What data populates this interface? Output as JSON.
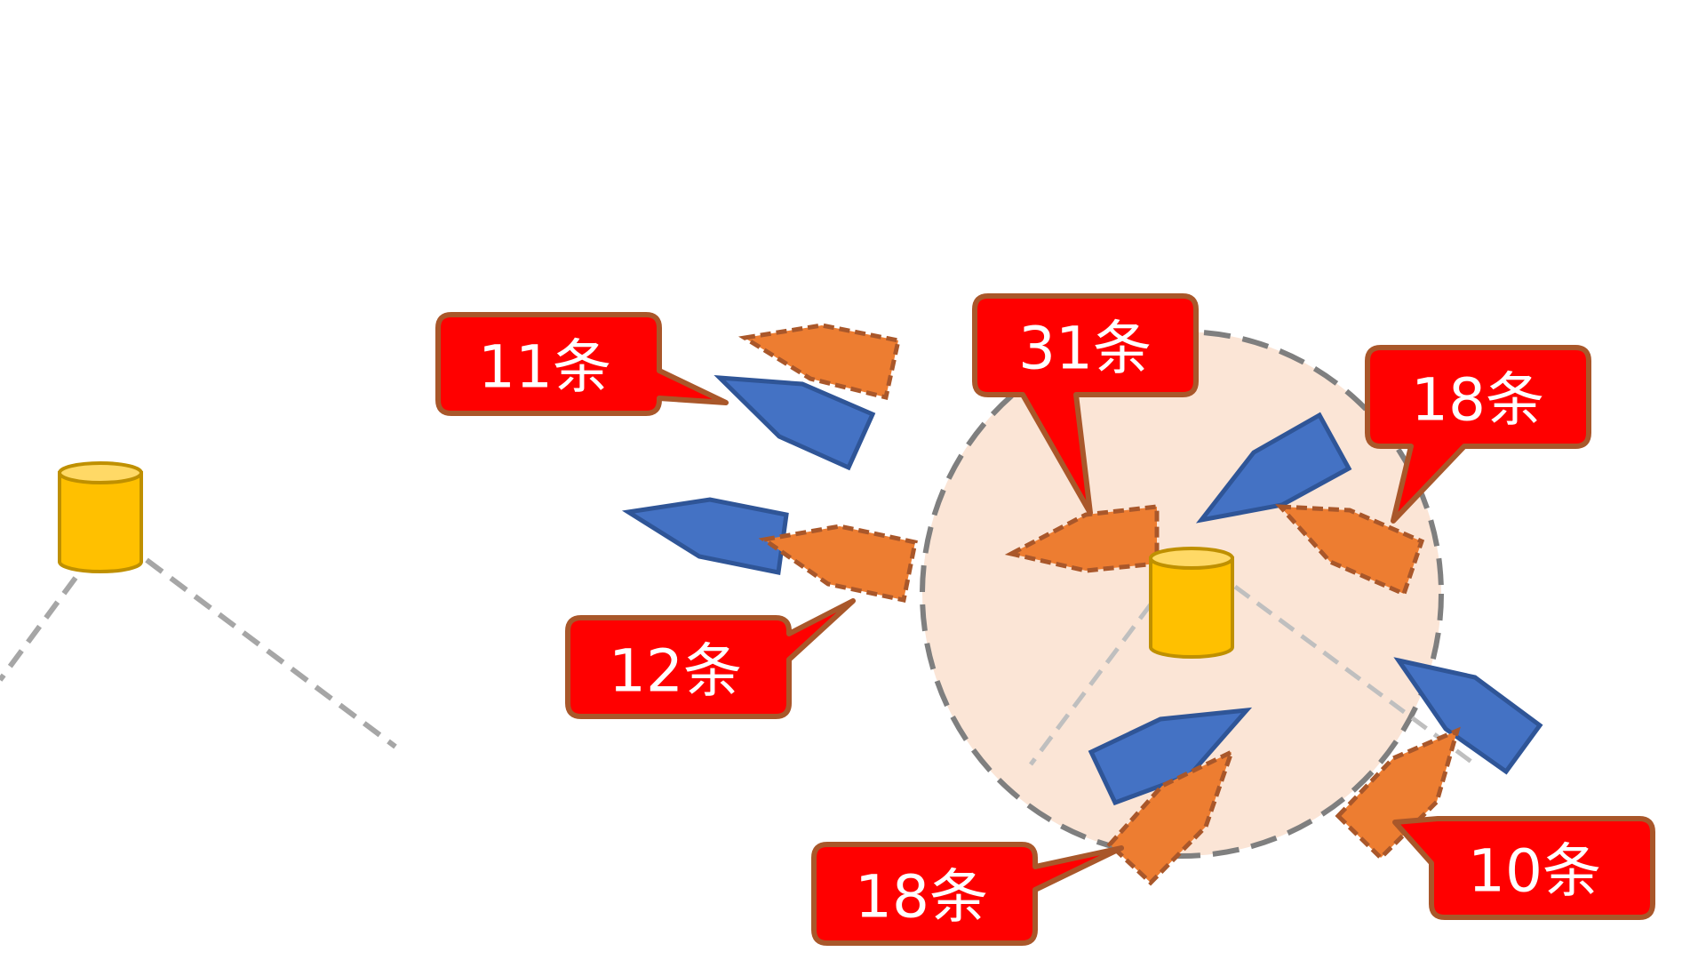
{
  "callouts": [
    {
      "id": "callout-11",
      "label": "11条"
    },
    {
      "id": "callout-31",
      "label": "31条"
    },
    {
      "id": "callout-18-top",
      "label": "18条"
    },
    {
      "id": "callout-12",
      "label": "12条"
    },
    {
      "id": "callout-18-bottom",
      "label": "18条"
    },
    {
      "id": "callout-10",
      "label": "10条"
    }
  ],
  "colors": {
    "callout_fill": "#ff0000",
    "callout_border": "#a9572a",
    "orange_boat": "#ed7d31",
    "blue_boat": "#4472c4",
    "cylinder": "#ffc000",
    "zone_fill": "#fbe5d6",
    "dashed_line": "#a6a6a6"
  },
  "icons": {
    "cylinder": "buoy-cylinder-icon",
    "boat": "boat-icon"
  }
}
